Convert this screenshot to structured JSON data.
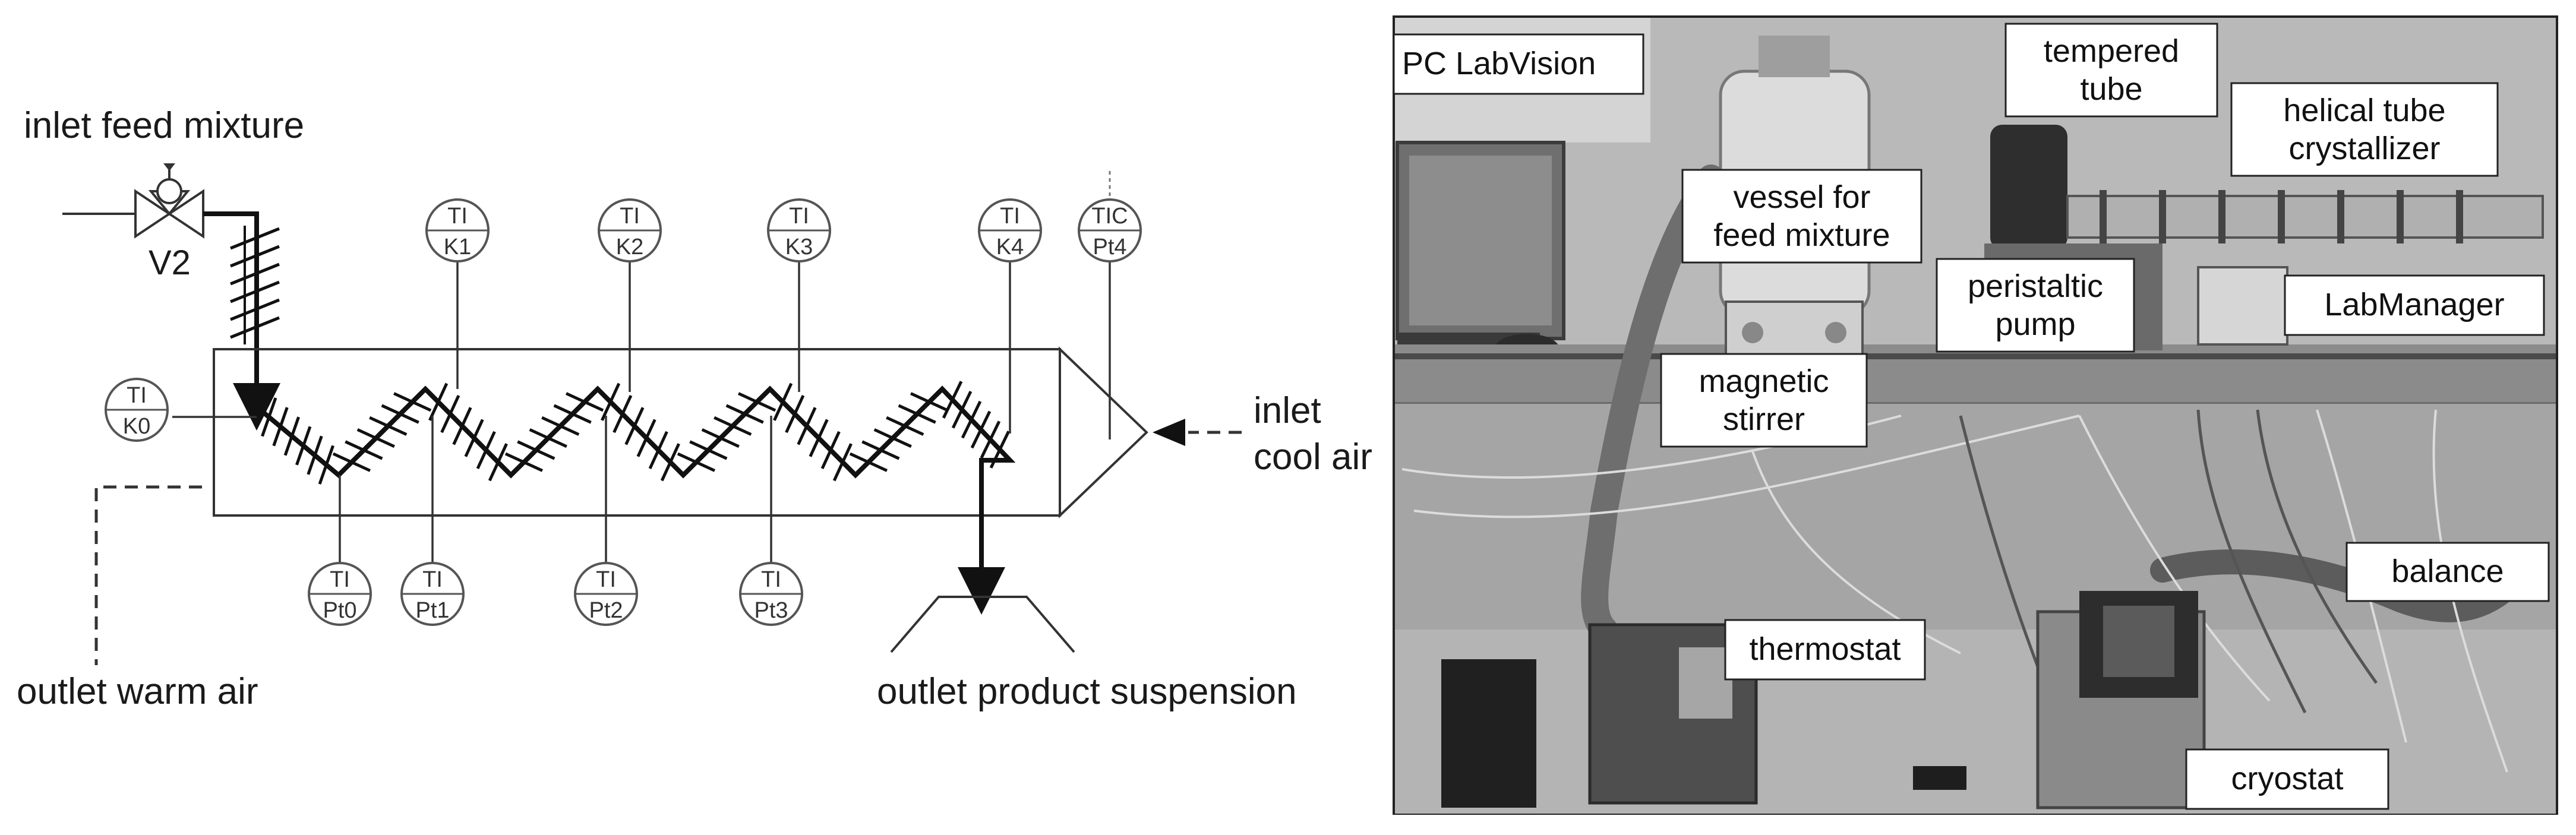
{
  "diagram": {
    "labels": {
      "inlet_feed": "inlet feed mixture",
      "valve": "V2",
      "inlet_cool_1": "inlet",
      "inlet_cool_2": "cool air",
      "outlet_warm": "outlet warm air",
      "outlet_product": "outlet product suspension"
    },
    "instruments": [
      {
        "top": "TI",
        "bottom": "K0"
      },
      {
        "top": "TI",
        "bottom": "K1"
      },
      {
        "top": "TI",
        "bottom": "K2"
      },
      {
        "top": "TI",
        "bottom": "K3"
      },
      {
        "top": "TI",
        "bottom": "K4"
      },
      {
        "top": "TIC",
        "bottom": "Pt4"
      },
      {
        "top": "TI",
        "bottom": "Pt0"
      },
      {
        "top": "TI",
        "bottom": "Pt1"
      },
      {
        "top": "TI",
        "bottom": "Pt2"
      },
      {
        "top": "TI",
        "bottom": "Pt3"
      }
    ]
  },
  "photo": {
    "labels": {
      "pc": "PC LabVision",
      "tempered_1": "tempered",
      "tempered_2": "tube",
      "helical_1": "helical tube",
      "helical_2": "crystallizer",
      "vessel_1": "vessel for",
      "vessel_2": "feed mixture",
      "pump_1": "peristaltic",
      "pump_2": "pump",
      "labmanager": "LabManager",
      "stirrer_1": "magnetic",
      "stirrer_2": "stirrer",
      "balance": "balance",
      "thermostat": "thermostat",
      "cryostat": "cryostat"
    }
  }
}
